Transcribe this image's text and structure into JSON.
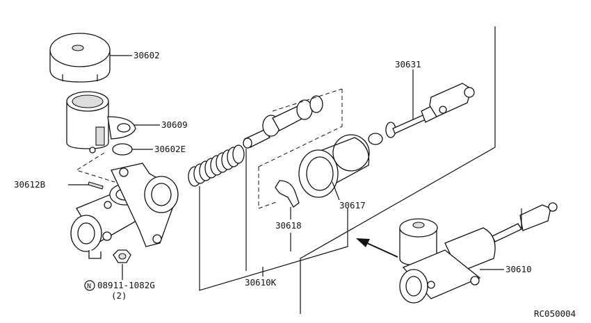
{
  "labels": {
    "p30602": "30602",
    "p30609": "30609",
    "p30602E": "30602E",
    "p30612B": "30612B",
    "p30631": "30631",
    "p30617": "30617",
    "p30618": "30618",
    "p30610K": "30610K",
    "p30610": "30610",
    "bolt_code": "08911-1082G",
    "bolt_qty": "(2)",
    "bolt_prefix": "N",
    "ref_code": "RC050004"
  }
}
